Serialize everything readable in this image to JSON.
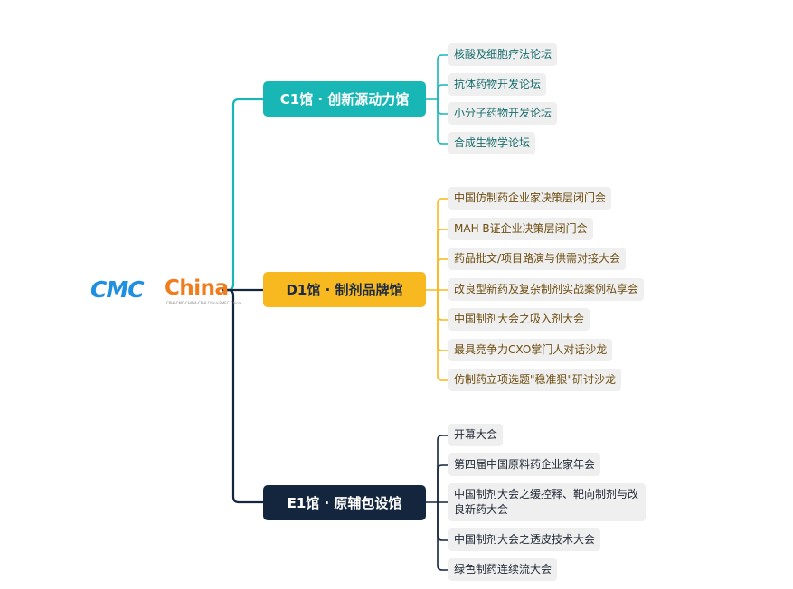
{
  "logo": {
    "cmc": "CMC",
    "china": "China",
    "tagline": "CPHI·CMC·CHINA·CPHI China·PMEC China"
  },
  "colors": {
    "c1": "#19b6b6",
    "d1": "#f7b91f",
    "e1": "#14253e"
  },
  "halls": [
    {
      "label": "C1馆 · 创新源动力馆",
      "items": [
        "核酸及细胞疗法论坛",
        "抗体药物开发论坛",
        "小分子药物开发论坛",
        "合成生物学论坛"
      ]
    },
    {
      "label": "D1馆 · 制剂品牌馆",
      "items": [
        "中国仿制药企业家决策层闭门会",
        "MAH B证企业决策层闭门会",
        "药品批文/项目路演与供需对接大会",
        "改良型新药及复杂制剂实战案例私享会",
        "中国制剂大会之吸入剂大会",
        "最具竞争力CXO掌门人对话沙龙",
        "仿制药立项选题\"稳准狠\"研讨沙龙"
      ]
    },
    {
      "label": "E1馆 · 原辅包设馆",
      "items": [
        "开幕大会",
        "第四届中国原料药企业家年会",
        "中国制剂大会之缓控释、靶向制剂与改良新药大会",
        "中国制剂大会之透皮技术大会",
        "绿色制药连续流大会"
      ]
    }
  ]
}
